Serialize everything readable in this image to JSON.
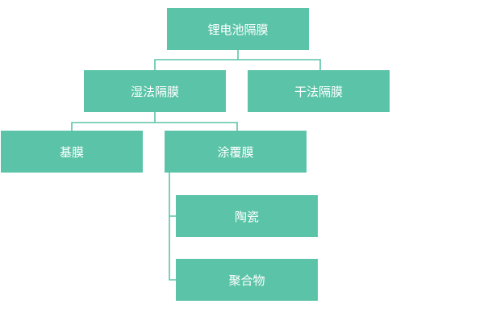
{
  "diagram": {
    "colors": {
      "node_fill": "#5bc4a8",
      "node_text": "#ffffff",
      "connector": "#5bc4a8",
      "background": "#ffffff"
    },
    "nodes": {
      "root": "锂电池隔膜",
      "wet": "湿法隔膜",
      "dry": "干法隔膜",
      "base": "基膜",
      "coated": "涂覆膜",
      "ceramic": "陶瓷",
      "polymer": "聚合物"
    },
    "edges": [
      [
        "root",
        "wet"
      ],
      [
        "root",
        "dry"
      ],
      [
        "wet",
        "base"
      ],
      [
        "wet",
        "coated"
      ],
      [
        "coated",
        "ceramic"
      ],
      [
        "coated",
        "polymer"
      ]
    ]
  }
}
